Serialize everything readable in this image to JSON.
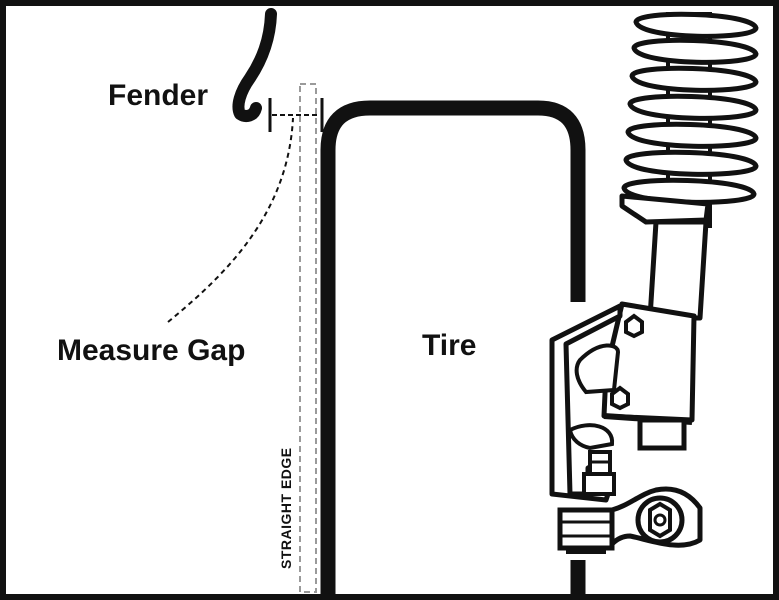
{
  "labels": {
    "fender": "Fender",
    "measure_gap": "Measure Gap",
    "tire": "Tire",
    "straight_edge": "STRAIGHT EDGE"
  },
  "colors": {
    "ink": "#111111",
    "background": "#ffffff",
    "straight_edge": "#9a9a9a"
  }
}
